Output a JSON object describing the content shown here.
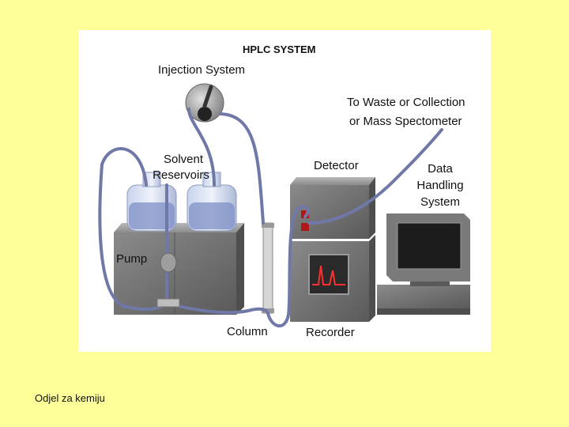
{
  "diagram": {
    "title": "HPLC SYSTEM",
    "labels": {
      "injection_system": "Injection System",
      "waste_line1": "To Waste or Collection",
      "waste_line2": "or Mass Spectometer",
      "solvent_line1": "Solvent",
      "solvent_line2": "Reservoirs",
      "detector": "Detector",
      "data_line1": "Data",
      "data_line2": "Handling",
      "data_line3": "System",
      "pump": "Pump",
      "column": "Column",
      "recorder": "Recorder"
    }
  },
  "footer": "Odjel za kemiju",
  "colors": {
    "background": "#ffff99",
    "tubing": "#6f78a6",
    "box": "#6e6e6e",
    "trace": "#ff3030"
  }
}
